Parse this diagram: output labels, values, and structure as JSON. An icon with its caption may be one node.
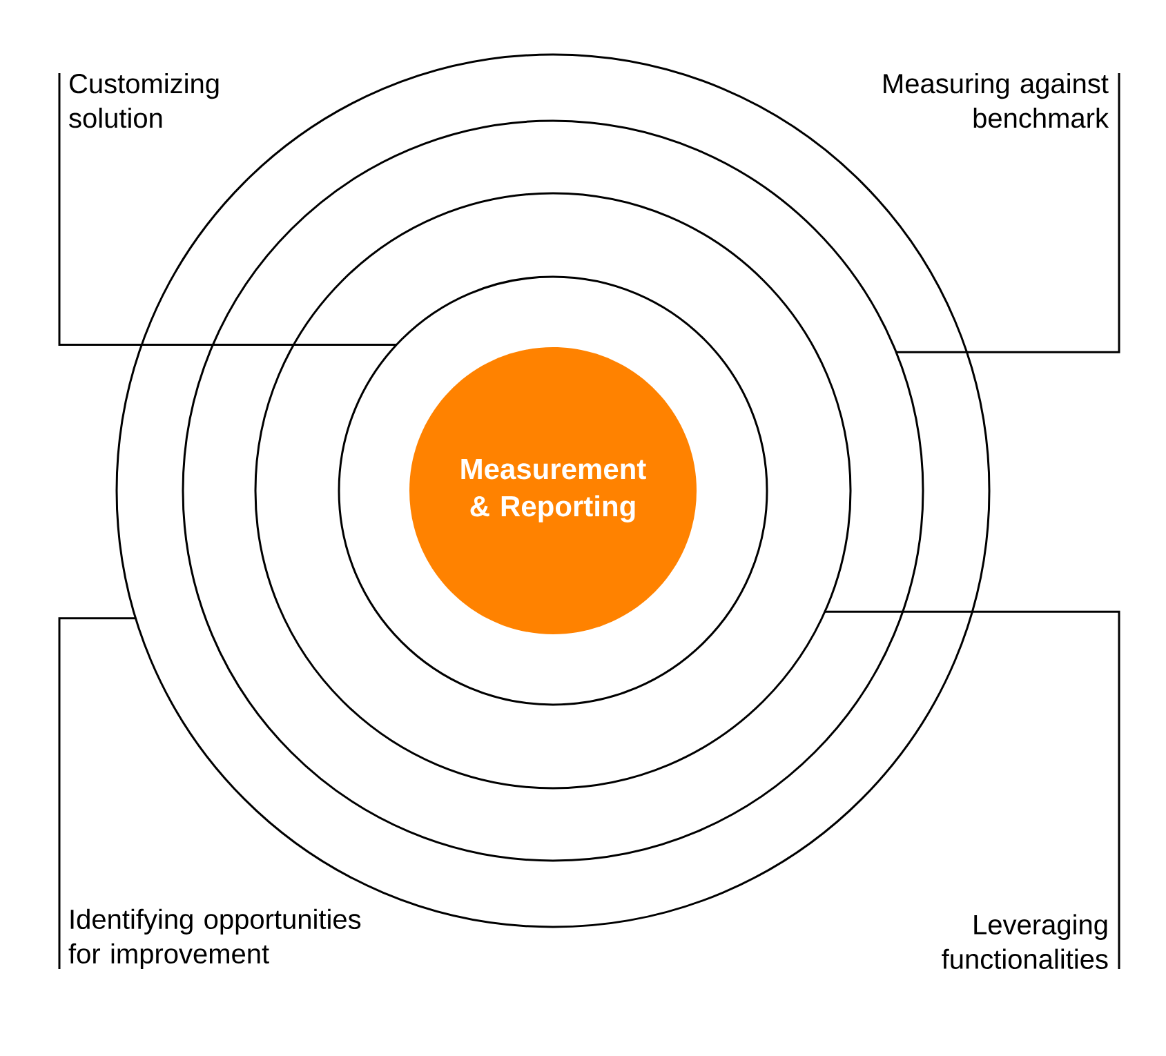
{
  "diagram": {
    "nodes": [
      {
        "text": [
          "Customizing solution"
        ]
      },
      {
        "text": [
          "Measuring against benchmark"
        ]
      },
      {
        "text": [],
        "shape": "circle"
      },
      {
        "text": [],
        "shape": "circle",
        "in": 2
      },
      {
        "text": [],
        "shape": "circle",
        "in": 3
      },
      {
        "text": [],
        "shape": "circle",
        "in": 4
      },
      {
        "text": [
          "Measurement & Reporting"
        ],
        "in": 5
      },
      {
        "text": [
          "Identifying opportunities for improvement"
        ]
      },
      {
        "text": [
          "Leveraging functionalities"
        ]
      }
    ],
    "edges": [
      {
        "from": 0,
        "to": 5,
        "arrow": "none"
      },
      {
        "from": 1,
        "to": 3,
        "arrow": "none"
      },
      {
        "from": 7,
        "to": 2,
        "arrow": "none"
      },
      {
        "from": 8,
        "to": 4,
        "arrow": "none"
      }
    ]
  }
}
